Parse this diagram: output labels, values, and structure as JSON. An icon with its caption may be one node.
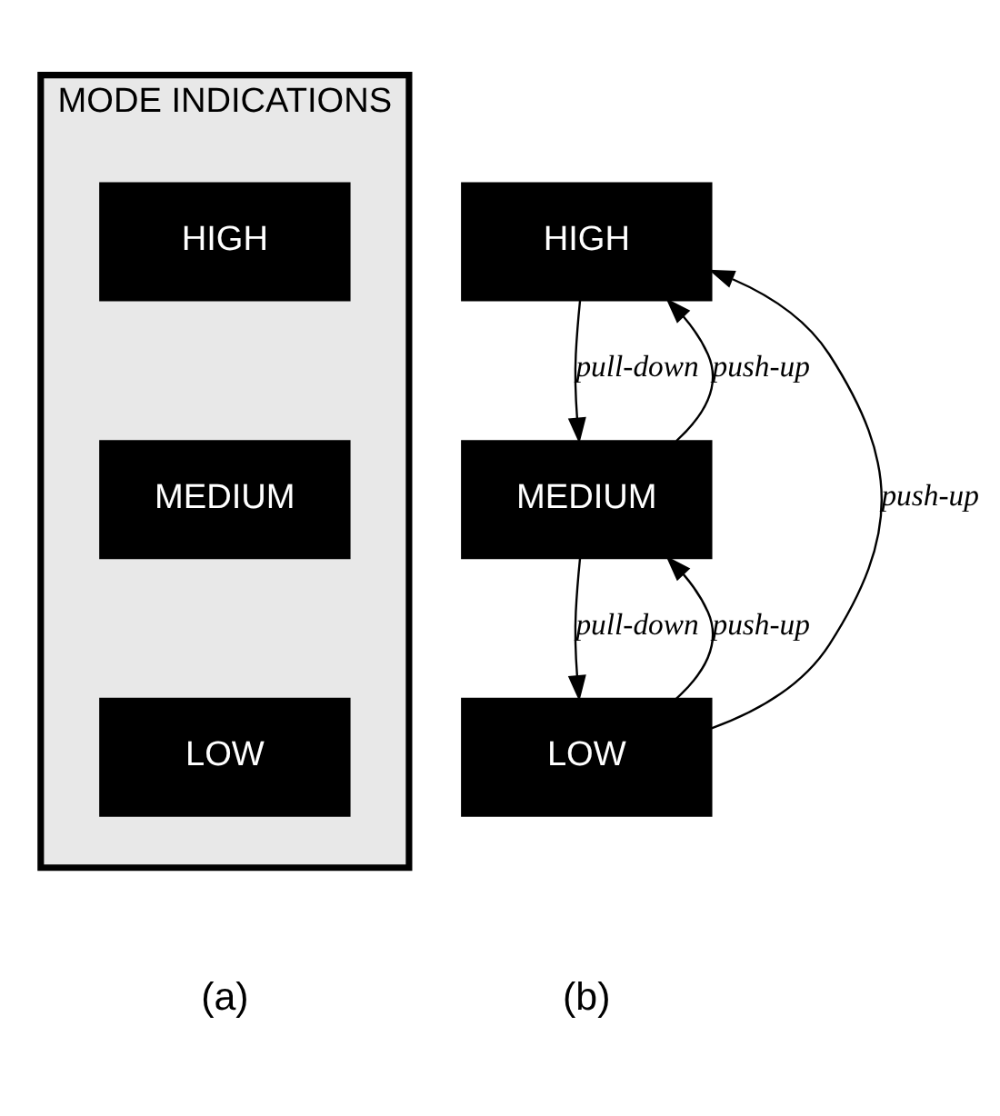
{
  "diagram": {
    "nodes": [
      {
        "text": [
          "MODE INDICATIONS"
        ]
      },
      {
        "text": [
          "HIGH"
        ],
        "in": 0
      },
      {
        "text": [
          "MEDIUM"
        ],
        "in": 0
      },
      {
        "text": [
          "LOW"
        ],
        "in": 0
      },
      {
        "text": [
          "HIGH"
        ]
      },
      {
        "text": [
          "MEDIUM"
        ]
      },
      {
        "text": [
          "LOW"
        ]
      }
    ],
    "edges": [
      {
        "from": 4,
        "to": 5,
        "arrow": "to",
        "label": "pull-down"
      },
      {
        "from": 5,
        "to": 4,
        "arrow": "to",
        "label": "push-up"
      },
      {
        "from": 5,
        "to": 6,
        "arrow": "to",
        "label": "pull-down"
      },
      {
        "from": 6,
        "to": 5,
        "arrow": "to",
        "label": "push-up"
      },
      {
        "from": 6,
        "to": 4,
        "arrow": "to",
        "label": "push-up"
      }
    ],
    "labels": [
      "(a)",
      "(b)"
    ]
  }
}
